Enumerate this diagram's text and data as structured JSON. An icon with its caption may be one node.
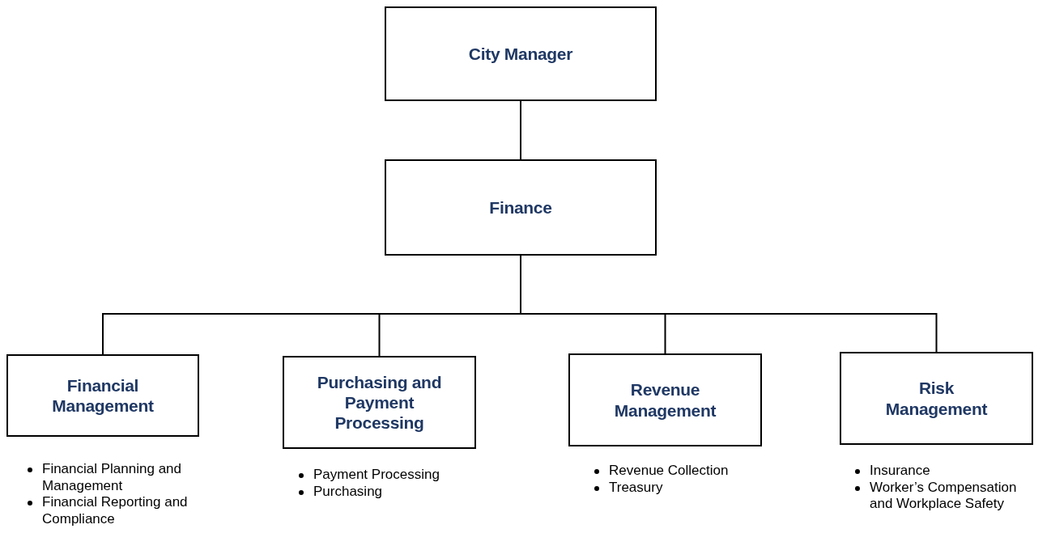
{
  "diagram": {
    "nodes": [
      {
        "text": [
          "City Manager"
        ]
      },
      {
        "text": [
          "Finance"
        ]
      },
      {
        "text": [
          "Financial Management"
        ],
        "beside": [
          "Financial Planning and Management",
          "Financial Reporting and Compliance"
        ]
      },
      {
        "text": [
          "Purchasing and Payment Processing"
        ],
        "beside": [
          "Payment Processing",
          "Purchasing"
        ]
      },
      {
        "text": [
          "Revenue Management"
        ],
        "beside": [
          "Revenue Collection",
          "Treasury"
        ]
      },
      {
        "text": [
          "Risk Management"
        ],
        "beside": [
          "Insurance",
          "Worker’s Compensation and Workplace Safety"
        ]
      }
    ],
    "edges": [
      {
        "from": 0,
        "to": 1,
        "arrow": "none"
      },
      {
        "from": 1,
        "to": 2,
        "arrow": "none"
      },
      {
        "from": 1,
        "to": 3,
        "arrow": "none"
      },
      {
        "from": 1,
        "to": 4,
        "arrow": "none"
      },
      {
        "from": 1,
        "to": 5,
        "arrow": "none"
      }
    ]
  }
}
